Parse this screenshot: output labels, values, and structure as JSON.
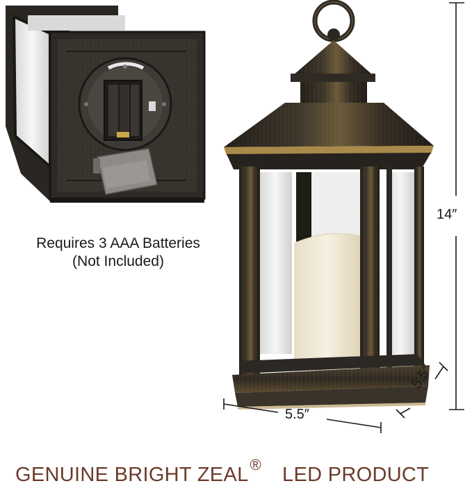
{
  "battery_note": {
    "line1": "Requires 3 AAA Batteries",
    "line2": "(Not Included)"
  },
  "dimensions": {
    "height": "14″",
    "width": "5.5″",
    "depth": "5.5″"
  },
  "brand": {
    "prefix": "GENUINE BRIGHT ZEAL",
    "registered_mark": "®",
    "suffix": "LED PRODUCT"
  },
  "colors": {
    "bronze_dark": "#2b2722",
    "bronze_gold": "#a98a4a",
    "brand_text": "#6b3a2a",
    "candle": "#efe9d6"
  }
}
